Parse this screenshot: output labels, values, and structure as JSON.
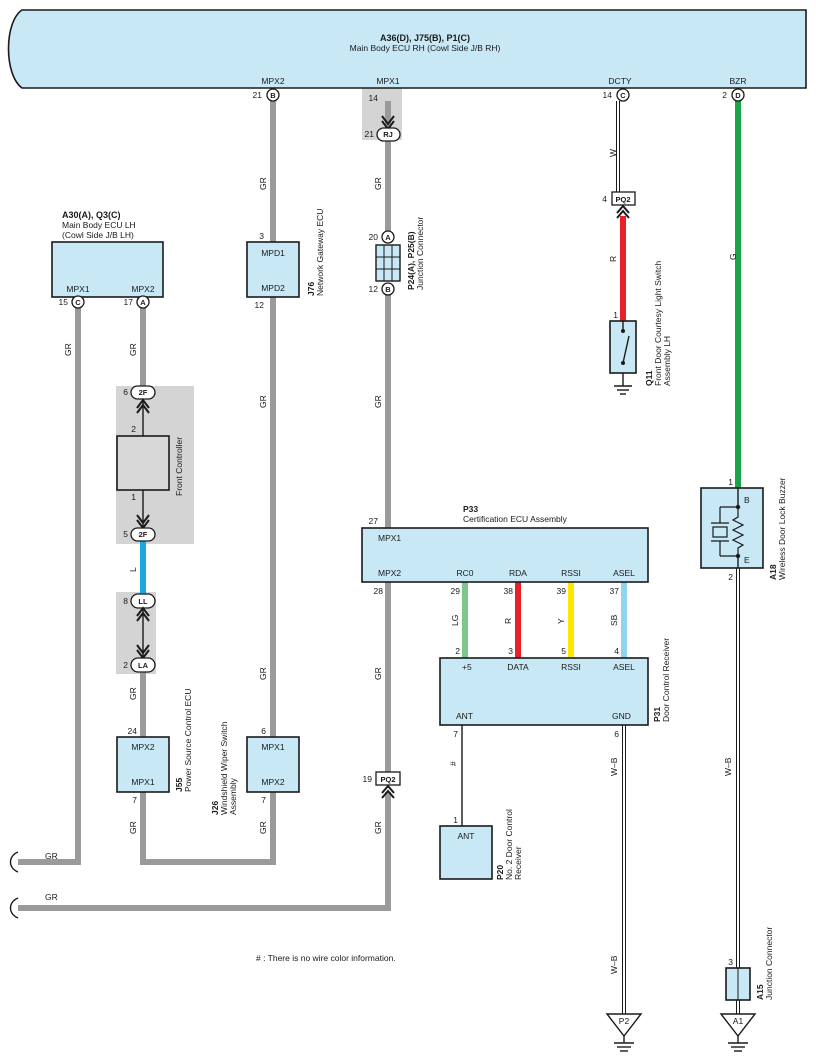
{
  "ecu_rh": {
    "title": "A36(D), J75(B), P1(C)",
    "subtitle": "Main Body ECU RH (Cowl Side J/B RH)"
  },
  "ecu_rh_terminals": [
    {
      "name": "MPX2",
      "pin": "21",
      "conn": "B"
    },
    {
      "name": "MPX1",
      "pin": "14",
      "conn": ""
    },
    {
      "name": "DCTY",
      "pin": "14",
      "conn": "C"
    },
    {
      "name": "BZR",
      "pin": "2",
      "conn": "D"
    }
  ],
  "ecu_lh": {
    "title": "A30(A), Q3(C)",
    "line1": "Main Body ECU LH",
    "line2": "(Cowl Side J/B LH)",
    "t1": "MPX1",
    "t2": "MPX2",
    "p1": "15",
    "c1": "C",
    "p2": "17",
    "c2": "A"
  },
  "gateway": {
    "code": "J76",
    "name": "Network Gateway ECU",
    "t1": "MPD1",
    "t2": "MPD2",
    "p1": "3",
    "p2": "12"
  },
  "junction_p24": {
    "code": "P24(A), P25(B)",
    "name": "Junction Connector",
    "p1": "20",
    "c1": "A",
    "p2": "12",
    "c2": "B"
  },
  "rj": {
    "pin": "21",
    "label": "RJ"
  },
  "front_controller": {
    "name": "Front Controller",
    "c_top": "2F",
    "p_top": "6",
    "p_in1": "2",
    "p_in2": "1",
    "c_bot": "2F",
    "p_bot": "5"
  },
  "ll": {
    "pin": "8",
    "label": "LL"
  },
  "la": {
    "pin": "2",
    "label": "LA"
  },
  "power_source": {
    "code": "J55",
    "name": "Power Source Control ECU",
    "t1": "MPX2",
    "t2": "MPX1",
    "p1": "24",
    "p2": "7"
  },
  "wiper": {
    "code": "J26",
    "line1": "Windshield Wiper Switch",
    "line2": "Assembly",
    "t1": "MPX1",
    "t2": "MPX2",
    "p1": "6",
    "p2": "7"
  },
  "courtesy": {
    "code": "Q11",
    "line1": "Front Door Courtesy Light Switch",
    "line2": "Assembly LH",
    "conn": "PQ2",
    "cpin": "4",
    "p1": "1"
  },
  "buzzer": {
    "code": "A18",
    "name": "Wireless Door Lock Buzzer",
    "p1": "1",
    "p2": "2",
    "tb": "B",
    "te": "E"
  },
  "cert_ecu": {
    "code": "P33",
    "name": "Certification ECU Assembly",
    "top_pin": "27",
    "mpx1": "MPX1",
    "mpx2": "MPX2",
    "rc0": "RC0",
    "rda": "RDA",
    "rssi": "RSSI",
    "asel": "ASEL",
    "p_mpx2": "28",
    "p_rc0": "29",
    "p_rda": "38",
    "p_rssi": "39",
    "p_asel": "37"
  },
  "door_receiver": {
    "code": "P31",
    "name": "Door Control Receiver",
    "t_5": "+5",
    "t_data": "DATA",
    "t_rssi": "RSSI",
    "t_asel": "ASEL",
    "t_ant": "ANT",
    "t_gnd": "GND",
    "p_5": "2",
    "p_data": "3",
    "p_rssi": "5",
    "p_asel": "4",
    "p_ant": "7",
    "p_gnd": "6"
  },
  "receiver2": {
    "code": "P20",
    "line1": "No. 2 Door Control",
    "line2": "Receiver",
    "t": "ANT",
    "p": "1"
  },
  "pq2_bottom": {
    "pin": "19",
    "label": "PQ2"
  },
  "a15": {
    "code": "A15",
    "name": "Junction Connector",
    "p": "3"
  },
  "grounds": {
    "g1": "P2",
    "g2": "A1"
  },
  "wire_colors": {
    "gr": "GR",
    "w": "W",
    "r": "R",
    "g": "G",
    "l": "L",
    "lg": "LG",
    "y": "Y",
    "sb": "SB",
    "wb": "W–B",
    "none": "#"
  },
  "note": "# : There is no wire color information.",
  "colors": {
    "panel": "#c9e8f5",
    "gray_wire": "#9a9a9a",
    "green": "#1aa54a",
    "red": "#e8202a",
    "blue": "#1ba8e0",
    "light_green": "#7cc78e",
    "yellow": "#ffe600",
    "light_blue": "#8ed3f0"
  }
}
